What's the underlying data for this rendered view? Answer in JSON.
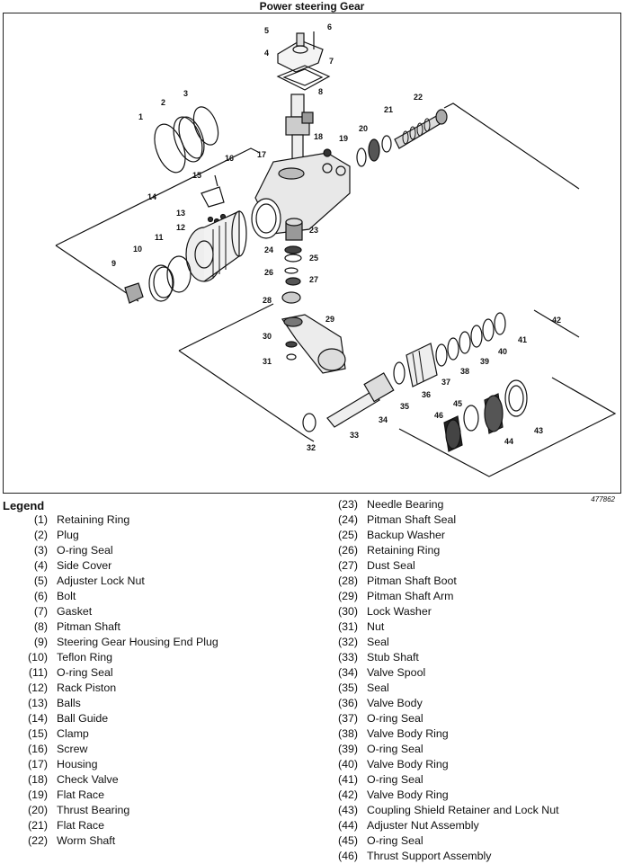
{
  "title": "Power steering Gear",
  "figure_code": "477862",
  "legend_title": "Legend",
  "legend": [
    {
      "num": "(1)",
      "label": "Retaining Ring"
    },
    {
      "num": "(2)",
      "label": "Plug"
    },
    {
      "num": "(3)",
      "label": "O-ring Seal"
    },
    {
      "num": "(4)",
      "label": "Side Cover"
    },
    {
      "num": "(5)",
      "label": "Adjuster Lock Nut"
    },
    {
      "num": "(6)",
      "label": "Bolt"
    },
    {
      "num": "(7)",
      "label": "Gasket"
    },
    {
      "num": "(8)",
      "label": "Pitman Shaft"
    },
    {
      "num": "(9)",
      "label": "Steering Gear Housing End Plug"
    },
    {
      "num": "(10)",
      "label": "Teflon Ring"
    },
    {
      "num": "(11)",
      "label": "O-ring Seal"
    },
    {
      "num": "(12)",
      "label": "Rack Piston"
    },
    {
      "num": "(13)",
      "label": "Balls"
    },
    {
      "num": "(14)",
      "label": "Ball Guide"
    },
    {
      "num": "(15)",
      "label": "Clamp"
    },
    {
      "num": "(16)",
      "label": "Screw"
    },
    {
      "num": "(17)",
      "label": "Housing"
    },
    {
      "num": "(18)",
      "label": "Check Valve"
    },
    {
      "num": "(19)",
      "label": "Flat Race"
    },
    {
      "num": "(20)",
      "label": "Thrust Bearing"
    },
    {
      "num": "(21)",
      "label": "Flat Race"
    },
    {
      "num": "(22)",
      "label": "Worm Shaft"
    },
    {
      "num": "(23)",
      "label": "Needle Bearing"
    },
    {
      "num": "(24)",
      "label": "Pitman Shaft Seal"
    },
    {
      "num": "(25)",
      "label": "Backup Washer"
    },
    {
      "num": "(26)",
      "label": "Retaining Ring"
    },
    {
      "num": "(27)",
      "label": "Dust Seal"
    },
    {
      "num": "(28)",
      "label": "Pitman Shaft Boot"
    },
    {
      "num": "(29)",
      "label": "Pitman Shaft Arm"
    },
    {
      "num": "(30)",
      "label": "Lock Washer"
    },
    {
      "num": "(31)",
      "label": "Nut"
    },
    {
      "num": "(32)",
      "label": "Seal"
    },
    {
      "num": "(33)",
      "label": "Stub Shaft"
    },
    {
      "num": "(34)",
      "label": "Valve Spool"
    },
    {
      "num": "(35)",
      "label": "Seal"
    },
    {
      "num": "(36)",
      "label": "Valve Body"
    },
    {
      "num": "(37)",
      "label": "O-ring Seal"
    },
    {
      "num": "(38)",
      "label": "Valve Body Ring"
    },
    {
      "num": "(39)",
      "label": "O-ring Seal"
    },
    {
      "num": "(40)",
      "label": "Valve Body Ring"
    },
    {
      "num": "(41)",
      "label": "O-ring Seal"
    },
    {
      "num": "(42)",
      "label": "Valve Body Ring"
    },
    {
      "num": "(43)",
      "label": "Coupling Shield Retainer and Lock Nut"
    },
    {
      "num": "(44)",
      "label": "Adjuster Nut Assembly"
    },
    {
      "num": "(45)",
      "label": "O-ring Seal"
    },
    {
      "num": "(46)",
      "label": "Thrust Support Assembly"
    }
  ],
  "callouts": [
    "1",
    "2",
    "3",
    "4",
    "5",
    "6",
    "7",
    "8",
    "9",
    "10",
    "11",
    "12",
    "13",
    "14",
    "15",
    "16",
    "17",
    "18",
    "19",
    "20",
    "21",
    "22",
    "23",
    "24",
    "25",
    "26",
    "27",
    "28",
    "29",
    "30",
    "31",
    "32",
    "33",
    "34",
    "35",
    "36",
    "37",
    "38",
    "39",
    "40",
    "41",
    "42",
    "43",
    "44",
    "45",
    "46"
  ]
}
